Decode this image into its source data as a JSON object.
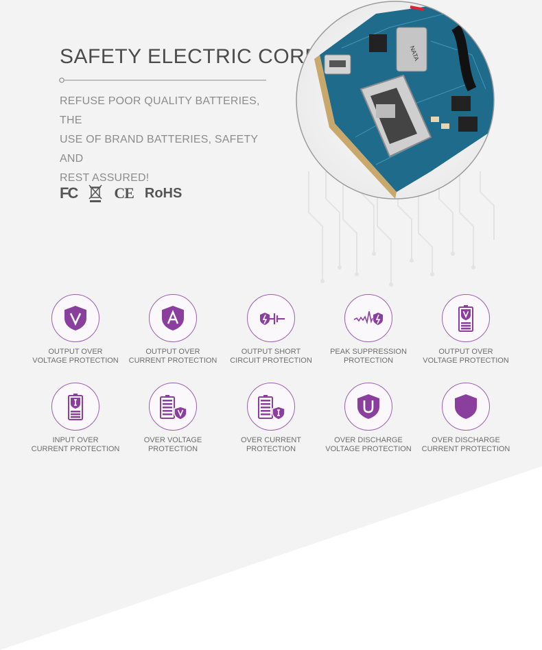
{
  "header": {
    "title": "SAFETY ELECTRIC CORE",
    "description_lines": [
      "REFUSE POOR QUALITY BATTERIES, THE",
      "USE OF BRAND BATTERIES, SAFETY AND",
      "REST ASSURED!"
    ]
  },
  "certifications": {
    "fc": "FC",
    "ce": "CE",
    "rohs": "RoHS"
  },
  "pcb_chip_label": "NATA",
  "colors": {
    "accent_purple": "#8a3f9e",
    "title_text": "#4b4b4b",
    "body_text": "#8c8c8c"
  },
  "features": [
    {
      "icon": "shield-v-icon",
      "line1": "OUTPUT OVER",
      "line2": "VOLTAGE PROTECTION",
      "glyph": "V"
    },
    {
      "icon": "shield-a-icon",
      "line1": "OUTPUT OVER",
      "line2": "CURRENT PROTECTION",
      "glyph": "A"
    },
    {
      "icon": "short-circuit-icon",
      "line1": "OUTPUT SHORT",
      "line2": "CIRCUIT PROTECTION"
    },
    {
      "icon": "peak-suppression-icon",
      "line1": "PEAK SUPPRESSION",
      "line2": "PROTECTION"
    },
    {
      "icon": "battery-v-icon",
      "line1": "OUTPUT OVER",
      "line2": "VOLTAGE PROTECTION"
    },
    {
      "icon": "battery-i-icon",
      "line1": "INPUT OVER",
      "line2": "CURRENT PROTECTION"
    },
    {
      "icon": "battery-shield-v-icon",
      "line1": "OVER VOLTAGE",
      "line2": "PROTECTION"
    },
    {
      "icon": "battery-shield-i-icon",
      "line1": "OVER CURRENT",
      "line2": "PROTECTION"
    },
    {
      "icon": "shield-u-icon",
      "line1": "OVER DISCHARGE",
      "line2": "VOLTAGE PROTECTION",
      "glyph": "U"
    },
    {
      "icon": "shield-plain-icon",
      "line1": "OVER DISCHARGE",
      "line2": "CURRENT PROTECTION"
    }
  ]
}
